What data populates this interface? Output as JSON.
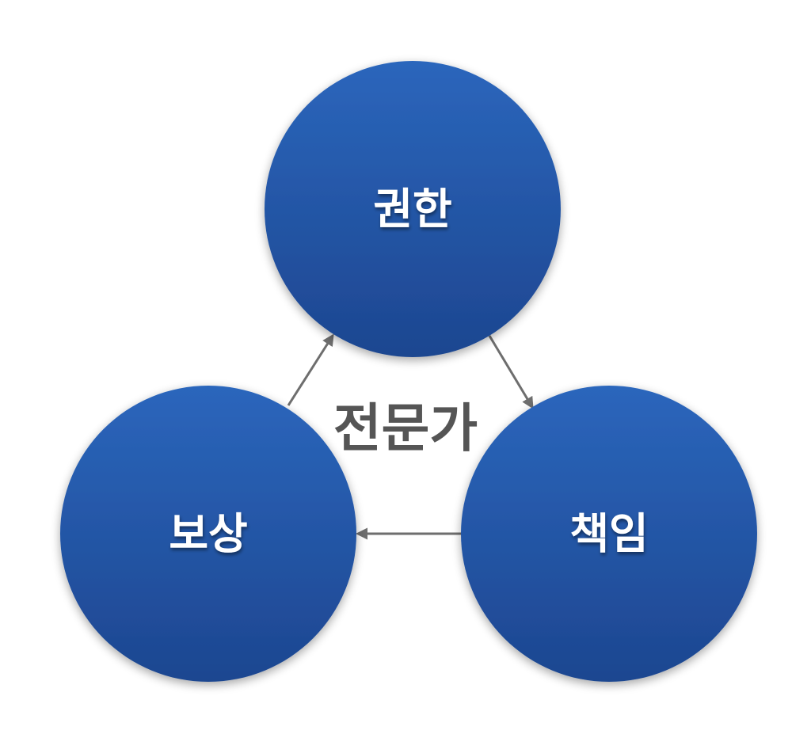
{
  "diagram": {
    "center_label": "전문가",
    "nodes": {
      "top": {
        "label": "권한"
      },
      "left": {
        "label": "보상"
      },
      "right": {
        "label": "책임"
      }
    },
    "edges": [
      {
        "from": "권한",
        "to": "책임"
      },
      {
        "from": "책임",
        "to": "보상"
      },
      {
        "from": "보상",
        "to": "권한"
      }
    ],
    "colors": {
      "node_fill_light": "#2a63b8",
      "node_fill_dark": "#1d4690",
      "node_text": "#ffffff",
      "center_text": "#555555",
      "arrow": "#6e6e6e"
    }
  }
}
